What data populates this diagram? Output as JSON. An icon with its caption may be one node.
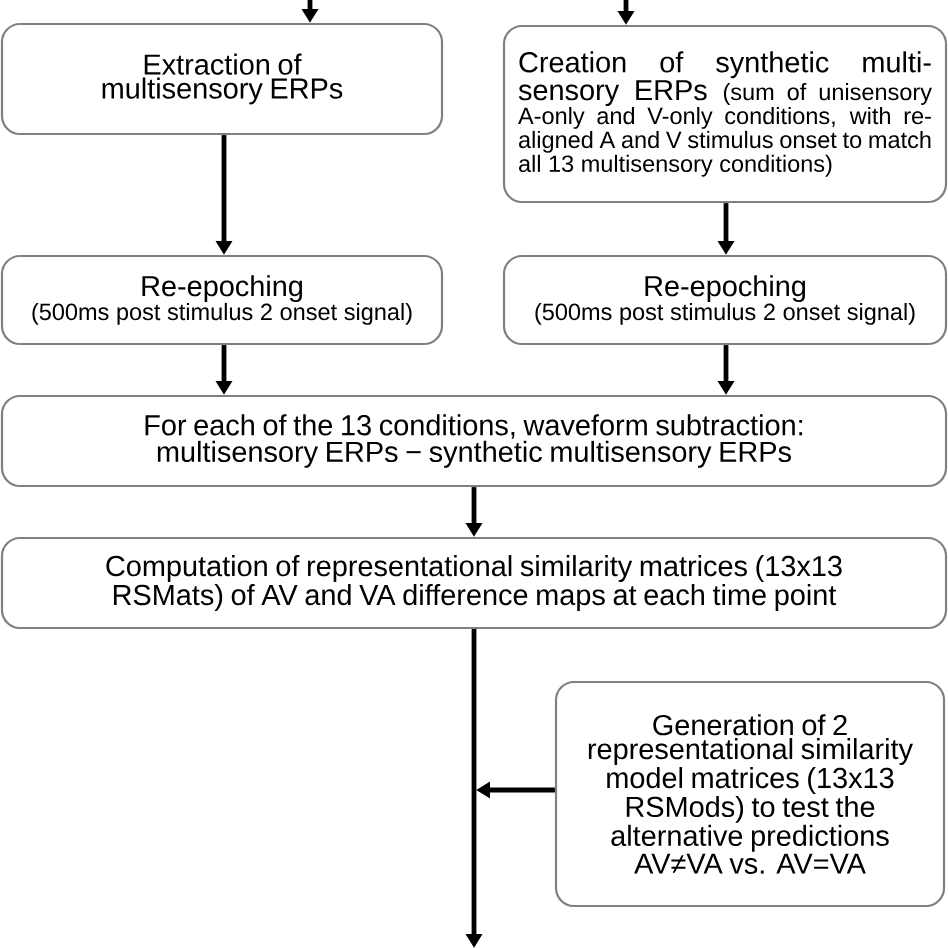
{
  "diagram": {
    "nodes": [
      {
        "text": [
          "Extraction of multisensory ERPs"
        ]
      },
      {
        "text": [
          "Creation of synthetic multi-sensory ERPs",
          "(sum of unisensory A-only and V-only conditions, with re-aligned A and V stimulus onset to match all 13 multisensory conditions)"
        ]
      },
      {
        "text": [
          "Re-epoching",
          "(500ms post stimulus 2 onset signal)"
        ]
      },
      {
        "text": [
          "Re-epoching",
          "(500ms post stimulus 2 onset signal)"
        ]
      },
      {
        "text": [
          "For each of the 13 conditions, waveform subtraction: multisensory ERPs − synthetic multisensory ERPs"
        ]
      },
      {
        "text": [
          "Computation of representational similarity matrices (13x13 RSMats) of AV and VA difference maps at each time point"
        ]
      },
      {
        "text": [
          "Generation of 2 representational similarity model matrices (13x13 RSMods) to test the alternative predictions AV≠VA vs. AV=VA"
        ]
      }
    ],
    "edges": [
      {
        "from": null,
        "to": 0,
        "arrow": "to"
      },
      {
        "from": null,
        "to": 1,
        "arrow": "to"
      },
      {
        "from": 0,
        "to": 2,
        "arrow": "to"
      },
      {
        "from": 1,
        "to": 3,
        "arrow": "to"
      },
      {
        "from": 2,
        "to": 4,
        "arrow": "to"
      },
      {
        "from": 3,
        "to": 4,
        "arrow": "to"
      },
      {
        "from": 4,
        "to": 5,
        "arrow": "to"
      },
      {
        "from": 5,
        "to": null,
        "arrow": "to"
      },
      {
        "from": 6,
        "to": null,
        "arrow": "to"
      }
    ]
  }
}
